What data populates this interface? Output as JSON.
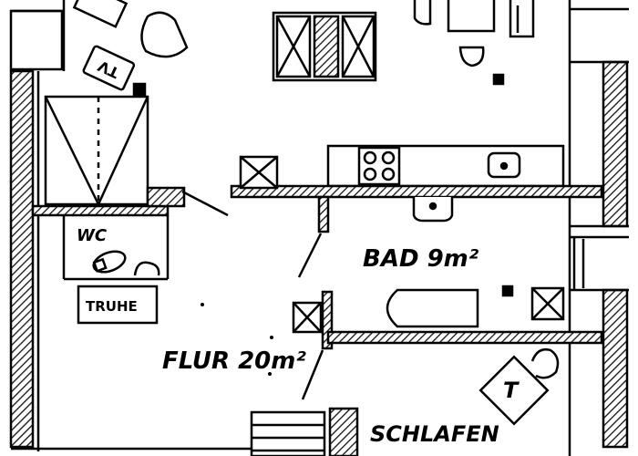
{
  "labels": {
    "tv": "TV",
    "wc": "WC",
    "truhe": "TRUHE",
    "bad": "BAD 9m²",
    "flur": "FLUR 20m²",
    "schlafen": "SCHLAFEN",
    "t": "T"
  },
  "colors": {
    "ink": "#000000",
    "paper": "#ffffff",
    "hatch": "#111111"
  }
}
